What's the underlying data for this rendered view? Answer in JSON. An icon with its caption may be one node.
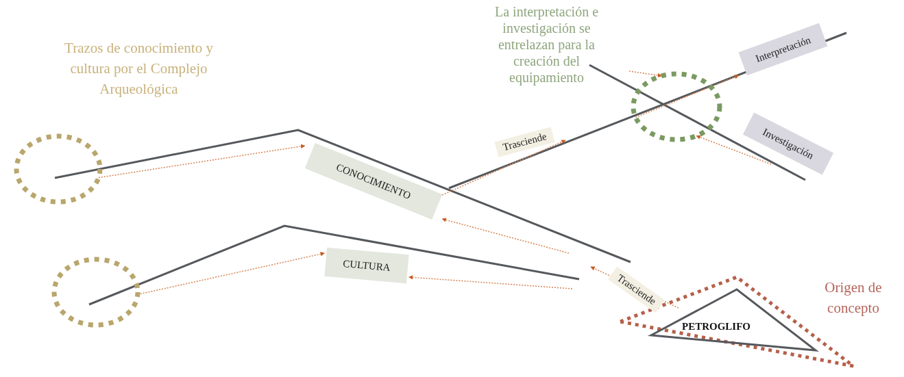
{
  "diagram": {
    "nodes": [
      {
        "text": [
          "Trazos de conocimiento y cultura por el Complejo Arqueológica"
        ]
      },
      {
        "text": [
          "La interpretación e investigación se entrelazan para la creación del equipamiento"
        ]
      },
      {
        "text": [
          "Origen de concepto"
        ]
      },
      {
        "text": [
          "CONOCIMIENTO"
        ]
      },
      {
        "text": [
          "CULTURA"
        ]
      },
      {
        "text": [
          "Interpretación"
        ]
      },
      {
        "text": [
          "Investigación"
        ]
      },
      {
        "text": [
          "PETROGLIFO"
        ]
      },
      {
        "text": [],
        "shape": "circle"
      },
      {
        "text": [],
        "shape": "circle"
      },
      {
        "text": [],
        "shape": "circle"
      }
    ],
    "edges": [
      {
        "from": 8,
        "to": 3,
        "arrow": "to"
      },
      {
        "from": 9,
        "to": 4,
        "arrow": "to"
      },
      {
        "from": null,
        "to": 3,
        "arrow": "to"
      },
      {
        "from": null,
        "to": 4,
        "arrow": "to"
      },
      {
        "from": 7,
        "to": null,
        "arrow": "to",
        "label": "Trasciende"
      },
      {
        "from": 3,
        "to": null,
        "arrow": "to",
        "label": "Trasciende"
      },
      {
        "from": null,
        "to": 10,
        "arrow": "to"
      },
      {
        "from": 10,
        "to": 5,
        "arrow": "to"
      },
      {
        "from": 6,
        "to": 10,
        "arrow": "to"
      }
    ]
  }
}
